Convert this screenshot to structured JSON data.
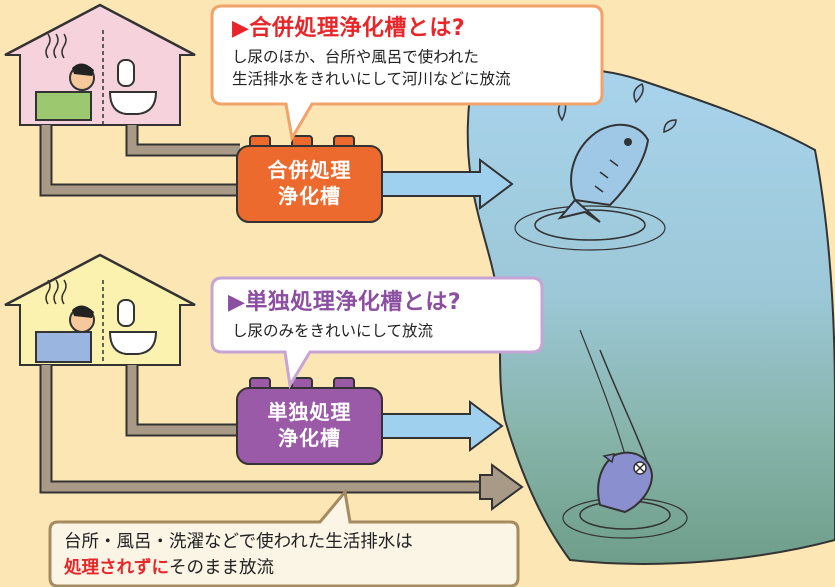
{
  "callouts": {
    "combined": {
      "title": "▶合併処理浄化槽とは?",
      "body_line1": "し尿のほか、台所や風呂で使われた",
      "body_line2": "生活排水をきれいにして河川などに放流"
    },
    "single": {
      "title": "▶単独処理浄化槽とは?",
      "body_line1": "し尿のみをきれいにして放流"
    }
  },
  "tanks": {
    "combined": {
      "line1": "合併処理",
      "line2": "浄化槽"
    },
    "single": {
      "line1": "単独処理",
      "line2": "浄化槽"
    }
  },
  "bottom_note": {
    "line1": "台所・風呂・洗濯などで使われた生活排水は",
    "line2_emphasis": "処理されずに",
    "line2_rest": "そのまま放流"
  },
  "colors": {
    "background": "#fbe6b4",
    "combined_accent": "#e8262a",
    "combined_tank": "#ec6a2e",
    "single_accent": "#8b4ea0",
    "single_tank": "#9a5aa8",
    "pipe": "#a89a87",
    "arrow_clean": "#9fd0ee",
    "arrow_dirty": "#a89a87"
  }
}
